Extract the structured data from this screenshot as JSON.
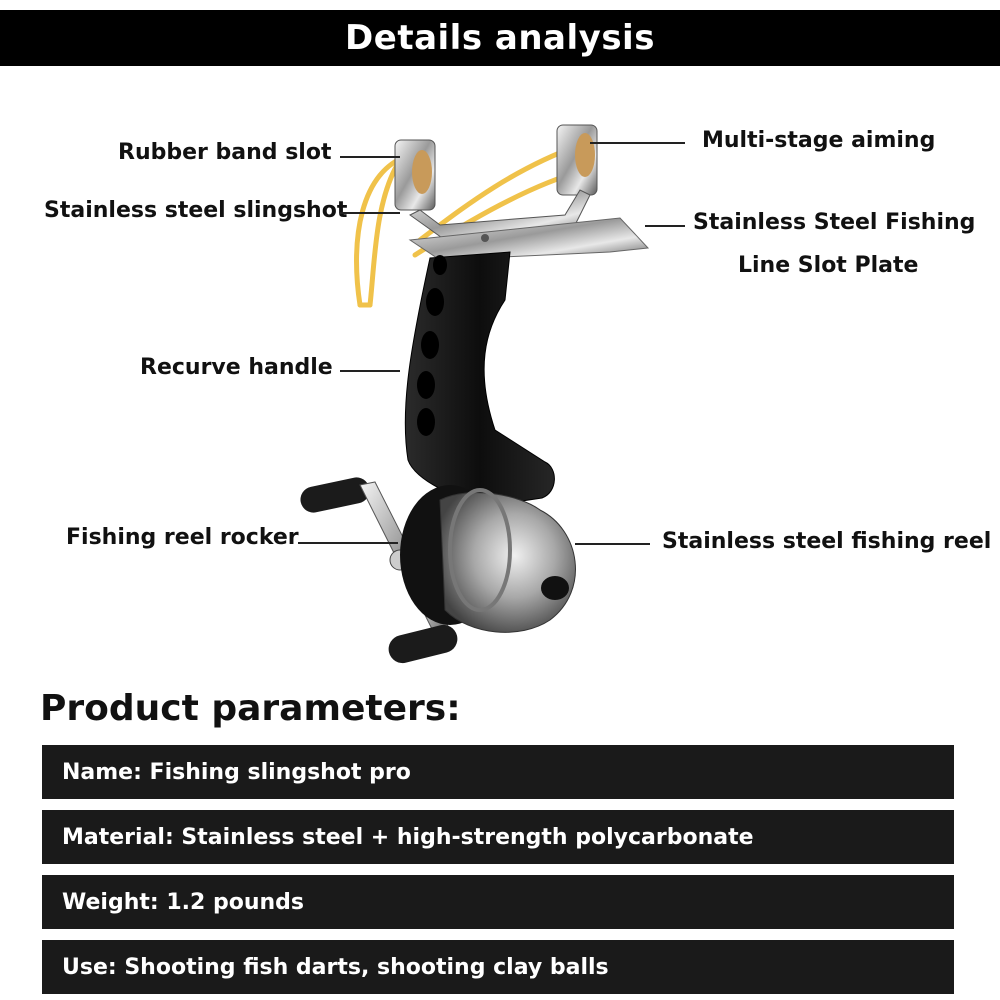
{
  "banner": {
    "title": "Details analysis"
  },
  "callouts": {
    "rubber_band_slot": "Rubber band slot",
    "stainless_steel_slingshot": "Stainless steel slingshot",
    "recurve_handle": "Recurve handle",
    "fishing_reel_rocker": "Fishing reel rocker",
    "multi_stage_aiming": "Multi-stage aiming",
    "line_slot_plate_line1": "Stainless Steel Fishing",
    "line_slot_plate_line2": "Line Slot Plate",
    "stainless_fishing_reel": "Stainless steel fishing reel"
  },
  "parameters": {
    "heading": "Product parameters:",
    "rows": [
      "Name: Fishing slingshot pro",
      "Material: Stainless steel + high-strength polycarbonate",
      "Weight: 1.2 pounds",
      "Use: Shooting fish darts, shooting clay balls"
    ]
  },
  "colors": {
    "banner_bg": "#000000",
    "row_bg": "#1a1a1a",
    "band": "#f2c94c",
    "handle": "#141414",
    "steel": "#b8b8b8"
  }
}
